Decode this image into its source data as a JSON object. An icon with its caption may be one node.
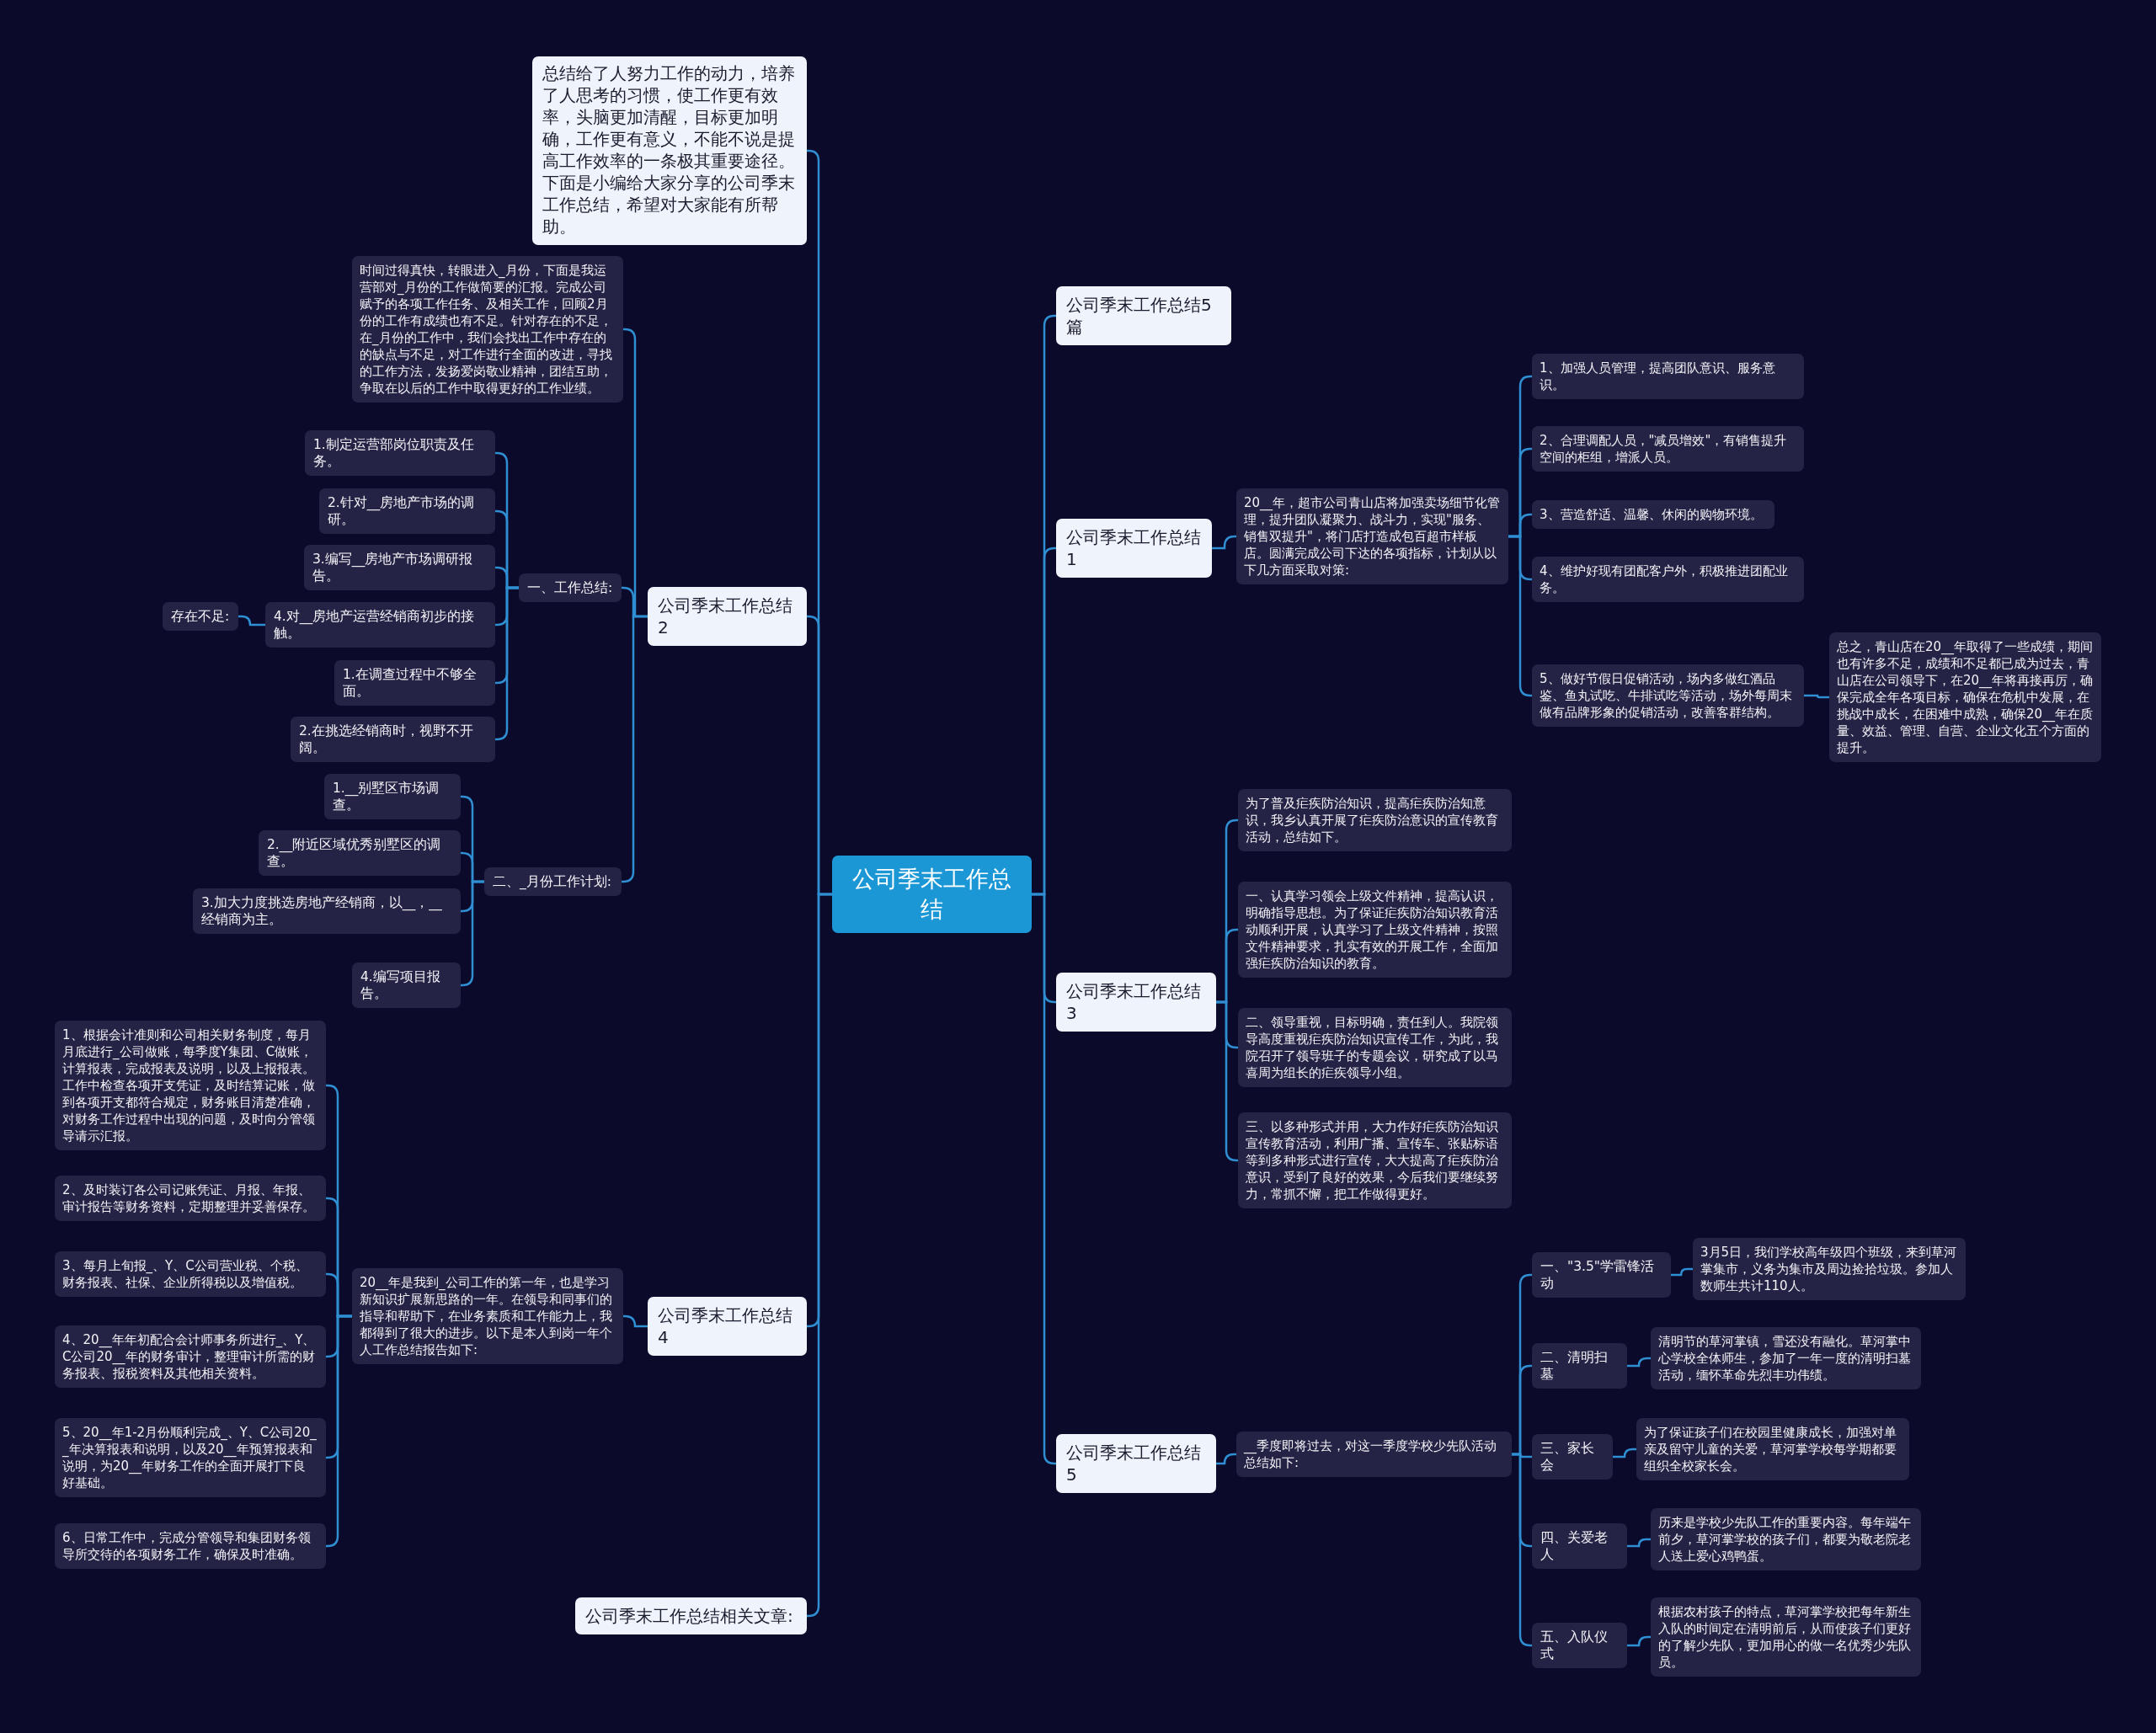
{
  "diagram": {
    "nodes": [
      {
        "text": [
          "公司季末工作总结"
        ]
      },
      {
        "text": [
          "总结给了人努力工作的动力，培养了人思考的习惯，使工作更有效率，头脑更加清醒，目标更加明确，工作更有意义，不能不说是提高工作效率的一条极其重要途径。下面是小编给大家分享的公司季末工作总结，希望对大家能有所帮助。"
        ]
      },
      {
        "text": [
          "公司季末工作总结2"
        ]
      },
      {
        "text": [
          "时间过得真快，转眼进入_月份，下面是我运营部对_月份的工作做简要的汇报。完成公司赋予的各项工作任务、及相关工作，回顾2月份的工作有成绩也有不足。针对存在的不足，在_月份的工作中，我们会找出工作中存在的的缺点与不足，对工作进行全面的改进，寻找的工作方法，发扬爱岗敬业精神，团结互助，争取在以后的工作中取得更好的工作业绩。"
        ]
      },
      {
        "text": [
          "一、工作总结:"
        ]
      },
      {
        "text": [
          "1.制定运营部岗位职责及任务。"
        ]
      },
      {
        "text": [
          "2.针对__房地产市场的调研。"
        ]
      },
      {
        "text": [
          "3.编写__房地产市场调研报告。"
        ]
      },
      {
        "text": [
          "4.对__房地产运营经销商初步的接触。"
        ]
      },
      {
        "text": [
          "存在不足:"
        ]
      },
      {
        "text": [
          "1.在调查过程中不够全面。"
        ]
      },
      {
        "text": [
          "2.在挑选经销商时，视野不开阔。"
        ]
      },
      {
        "text": [
          "二、_月份工作计划:"
        ]
      },
      {
        "text": [
          "1.__别墅区市场调查。"
        ]
      },
      {
        "text": [
          "2.__附近区域优秀别墅区的调查。"
        ]
      },
      {
        "text": [
          "3.加大力度挑选房地产经销商，以__，__经销商为主。"
        ]
      },
      {
        "text": [
          "4.编写项目报告。"
        ]
      },
      {
        "text": [
          "公司季末工作总结4"
        ]
      },
      {
        "text": [
          "20__年是我到_公司工作的第一年，也是学习新知识扩展新思路的一年。在领导和同事们的指导和帮助下，在业务素质和工作能力上，我都得到了很大的进步。以下是本人到岗一年个人工作总结报告如下:"
        ]
      },
      {
        "text": [
          "1、根据会计准则和公司相关财务制度，每月月底进行_公司做账，每季度Y集团、C做账，计算报表，完成报表及说明，以及上报报表。工作中检查各项开支凭证，及时结算记账，做到各项开支都符合规定，财务账目清楚准确，对财务工作过程中出现的问题，及时向分管领导请示汇报。"
        ]
      },
      {
        "text": [
          "2、及时装订各公司记账凭证、月报、年报、审计报告等财务资料，定期整理并妥善保存。"
        ]
      },
      {
        "text": [
          "3、每月上旬报_、Y、C公司营业税、个税、财务报表、社保、企业所得税以及增值税。"
        ]
      },
      {
        "text": [
          "4、20__年年初配合会计师事务所进行_、Y、C公司20__年的财务审计，整理审计所需的财务报表、报税资料及其他相关资料。"
        ]
      },
      {
        "text": [
          "5、20__年1-2月份顺利完成_、Y、C公司20__年决算报表和说明，以及20__年预算报表和说明，为20__年财务工作的全面开展打下良好基础。"
        ]
      },
      {
        "text": [
          "6、日常工作中，完成分管领导和集团财务领导所交待的各项财务工作，确保及时准确。"
        ]
      },
      {
        "text": [
          "公司季末工作总结相关文章:"
        ]
      },
      {
        "text": [
          "公司季末工作总结5篇"
        ]
      },
      {
        "text": [
          "公司季末工作总结1"
        ]
      },
      {
        "text": [
          "20__年，超市公司青山店将加强卖场细节化管理，提升团队凝聚力、战斗力，实现\"服务、销售双提升\"，将门店打造成包百超市样板店。圆满完成公司下达的各项指标，计划从以下几方面采取对策:"
        ]
      },
      {
        "text": [
          "1、加强人员管理，提高团队意识、服务意识。"
        ]
      },
      {
        "text": [
          "2、合理调配人员，\"减员增效\"，有销售提升空间的柜组，增派人员。"
        ]
      },
      {
        "text": [
          "3、营造舒适、温馨、休闲的购物环境。"
        ]
      },
      {
        "text": [
          "4、维护好现有团配客户外，积极推进团配业务。"
        ]
      },
      {
        "text": [
          "5、做好节假日促销活动，场内多做红酒品鉴、鱼丸试吃、牛排试吃等活动，场外每周末做有品牌形象的促销活动，改善客群结构。"
        ]
      },
      {
        "text": [
          "总之，青山店在20__年取得了一些成绩，期间也有许多不足，成绩和不足都已成为过去，青山店在公司领导下，在20__年将再接再厉，确保完成全年各项目标，确保在危机中发展，在挑战中成长，在困难中成熟，确保20__年在质量、效益、管理、自营、企业文化五个方面的提升。"
        ]
      },
      {
        "text": [
          "公司季末工作总结3"
        ]
      },
      {
        "text": [
          "为了普及疟疾防治知识，提高疟疾防治知意识，我乡认真开展了疟疾防治意识的宣传教育活动，总结如下。"
        ]
      },
      {
        "text": [
          "一、认真学习领会上级文件精神，提高认识，明确指导思想。为了保证疟疾防治知识教育活动顺利开展，认真学习了上级文件精神，按照文件精神要求，扎实有效的开展工作，全面加强疟疾防治知识的教育。"
        ]
      },
      {
        "text": [
          "二、领导重视，目标明确，责任到人。我院领导高度重视疟疾防治知识宣传工作，为此，我院召开了领导班子的专题会议，研究成了以马喜周为组长的疟疾领导小组。"
        ]
      },
      {
        "text": [
          "三、以多种形式并用，大力作好疟疾防治知识宣传教育活动，利用广播、宣传车、张贴标语等到多种形式进行宣传，大大提高了疟疾防治意识，受到了良好的效果，今后我们要继续努力，常抓不懈，把工作做得更好。"
        ]
      },
      {
        "text": [
          "公司季末工作总结5"
        ]
      },
      {
        "text": [
          "__季度即将过去，对这一季度学校少先队活动总结如下:"
        ]
      },
      {
        "text": [
          "一、\"3.5\"学雷锋活动"
        ]
      },
      {
        "text": [
          "3月5日，我们学校高年级四个班级，来到草河掌集市，义务为集市及周边捡拾垃圾。参加人数师生共计110人。"
        ]
      },
      {
        "text": [
          "二、清明扫墓"
        ]
      },
      {
        "text": [
          "清明节的草河掌镇，雪还没有融化。草河掌中心学校全体师生，参加了一年一度的清明扫墓活动，缅怀革命先烈丰功伟绩。"
        ]
      },
      {
        "text": [
          "三、家长会"
        ]
      },
      {
        "text": [
          "为了保证孩子们在校园里健康成长，加强对单亲及留守儿童的关爱，草河掌学校每学期都要组织全校家长会。"
        ]
      },
      {
        "text": [
          "四、关爱老人"
        ]
      },
      {
        "text": [
          "历来是学校少先队工作的重要内容。每年端午前夕，草河掌学校的孩子们，都要为敬老院老人送上爱心鸡鸭蛋。"
        ]
      },
      {
        "text": [
          "五、入队仪式"
        ]
      },
      {
        "text": [
          "根据农村孩子的特点，草河掌学校把每年新生入队的时间定在清明前后，从而使孩子们更好的了解少先队，更加用心的做一名优秀少先队员。"
        ]
      }
    ],
    "edges": [
      {
        "from": 0,
        "to": 1,
        "arrow": "none"
      },
      {
        "from": 0,
        "to": 2,
        "arrow": "none"
      },
      {
        "from": 2,
        "to": 3,
        "arrow": "none"
      },
      {
        "from": 2,
        "to": 4,
        "arrow": "none"
      },
      {
        "from": 4,
        "to": 5,
        "arrow": "none"
      },
      {
        "from": 4,
        "to": 6,
        "arrow": "none"
      },
      {
        "from": 4,
        "to": 7,
        "arrow": "none"
      },
      {
        "from": 4,
        "to": 8,
        "arrow": "none"
      },
      {
        "from": 8,
        "to": 9,
        "arrow": "none"
      },
      {
        "from": 4,
        "to": 10,
        "arrow": "none"
      },
      {
        "from": 4,
        "to": 11,
        "arrow": "none"
      },
      {
        "from": 2,
        "to": 12,
        "arrow": "none"
      },
      {
        "from": 12,
        "to": 13,
        "arrow": "none"
      },
      {
        "from": 12,
        "to": 14,
        "arrow": "none"
      },
      {
        "from": 12,
        "to": 15,
        "arrow": "none"
      },
      {
        "from": 12,
        "to": 16,
        "arrow": "none"
      },
      {
        "from": 0,
        "to": 17,
        "arrow": "none"
      },
      {
        "from": 17,
        "to": 18,
        "arrow": "none"
      },
      {
        "from": 18,
        "to": 19,
        "arrow": "none"
      },
      {
        "from": 18,
        "to": 20,
        "arrow": "none"
      },
      {
        "from": 18,
        "to": 21,
        "arrow": "none"
      },
      {
        "from": 18,
        "to": 22,
        "arrow": "none"
      },
      {
        "from": 18,
        "to": 23,
        "arrow": "none"
      },
      {
        "from": 18,
        "to": 24,
        "arrow": "none"
      },
      {
        "from": 0,
        "to": 25,
        "arrow": "none"
      },
      {
        "from": 0,
        "to": 26,
        "arrow": "none"
      },
      {
        "from": 0,
        "to": 27,
        "arrow": "none"
      },
      {
        "from": 27,
        "to": 28,
        "arrow": "none"
      },
      {
        "from": 28,
        "to": 29,
        "arrow": "none"
      },
      {
        "from": 28,
        "to": 30,
        "arrow": "none"
      },
      {
        "from": 28,
        "to": 31,
        "arrow": "none"
      },
      {
        "from": 28,
        "to": 32,
        "arrow": "none"
      },
      {
        "from": 28,
        "to": 33,
        "arrow": "none"
      },
      {
        "from": 33,
        "to": 34,
        "arrow": "none"
      },
      {
        "from": 0,
        "to": 35,
        "arrow": "none"
      },
      {
        "from": 35,
        "to": 36,
        "arrow": "none"
      },
      {
        "from": 35,
        "to": 37,
        "arrow": "none"
      },
      {
        "from": 35,
        "to": 38,
        "arrow": "none"
      },
      {
        "from": 35,
        "to": 39,
        "arrow": "none"
      },
      {
        "from": 0,
        "to": 40,
        "arrow": "none"
      },
      {
        "from": 40,
        "to": 41,
        "arrow": "none"
      },
      {
        "from": 41,
        "to": 42,
        "arrow": "none"
      },
      {
        "from": 42,
        "to": 43,
        "arrow": "none"
      },
      {
        "from": 41,
        "to": 44,
        "arrow": "none"
      },
      {
        "from": 44,
        "to": 45,
        "arrow": "none"
      },
      {
        "from": 41,
        "to": 46,
        "arrow": "none"
      },
      {
        "from": 46,
        "to": 47,
        "arrow": "none"
      },
      {
        "from": 41,
        "to": 48,
        "arrow": "none"
      },
      {
        "from": 48,
        "to": 49,
        "arrow": "none"
      },
      {
        "from": 41,
        "to": 50,
        "arrow": "none"
      },
      {
        "from": 50,
        "to": 51,
        "arrow": "none"
      }
    ]
  }
}
